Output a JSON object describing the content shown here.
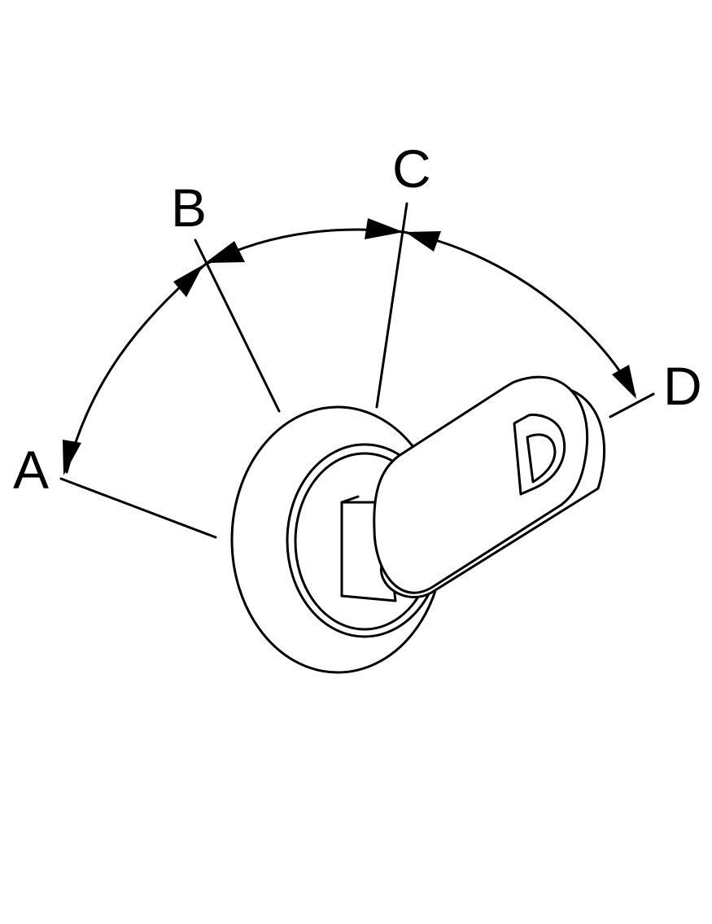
{
  "positions": {
    "a": "A",
    "b": "B",
    "c": "C",
    "d": "D"
  },
  "lever_mark": "D",
  "colors": {
    "line": "#000000",
    "background": "#ffffff"
  }
}
